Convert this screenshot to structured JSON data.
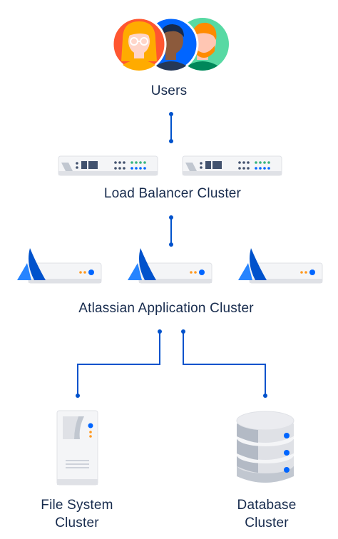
{
  "colors": {
    "line": "#0052cc",
    "text": "#172b4d",
    "atlassian_blue": "#0065ff",
    "orange": "#ff991f",
    "green": "#36b37e",
    "server_light": "#f4f5f7",
    "server_mid": "#dfe1e6",
    "server_dark": "#b3bac5"
  },
  "icons": {
    "users": "user-avatars-icon",
    "load_balancer": "load-balancer-server-icon",
    "app_node": "atlassian-logo-icon",
    "file_system": "file-server-icon",
    "database": "database-icon"
  },
  "nodes": {
    "users": {
      "label": "Users"
    },
    "load_balancer": {
      "label": "Load Balancer Cluster"
    },
    "application": {
      "label": "Atlassian Application Cluster"
    },
    "file_system": {
      "label_line1": "File System",
      "label_line2": "Cluster"
    },
    "database": {
      "label_line1": "Database",
      "label_line2": "Cluster"
    }
  }
}
